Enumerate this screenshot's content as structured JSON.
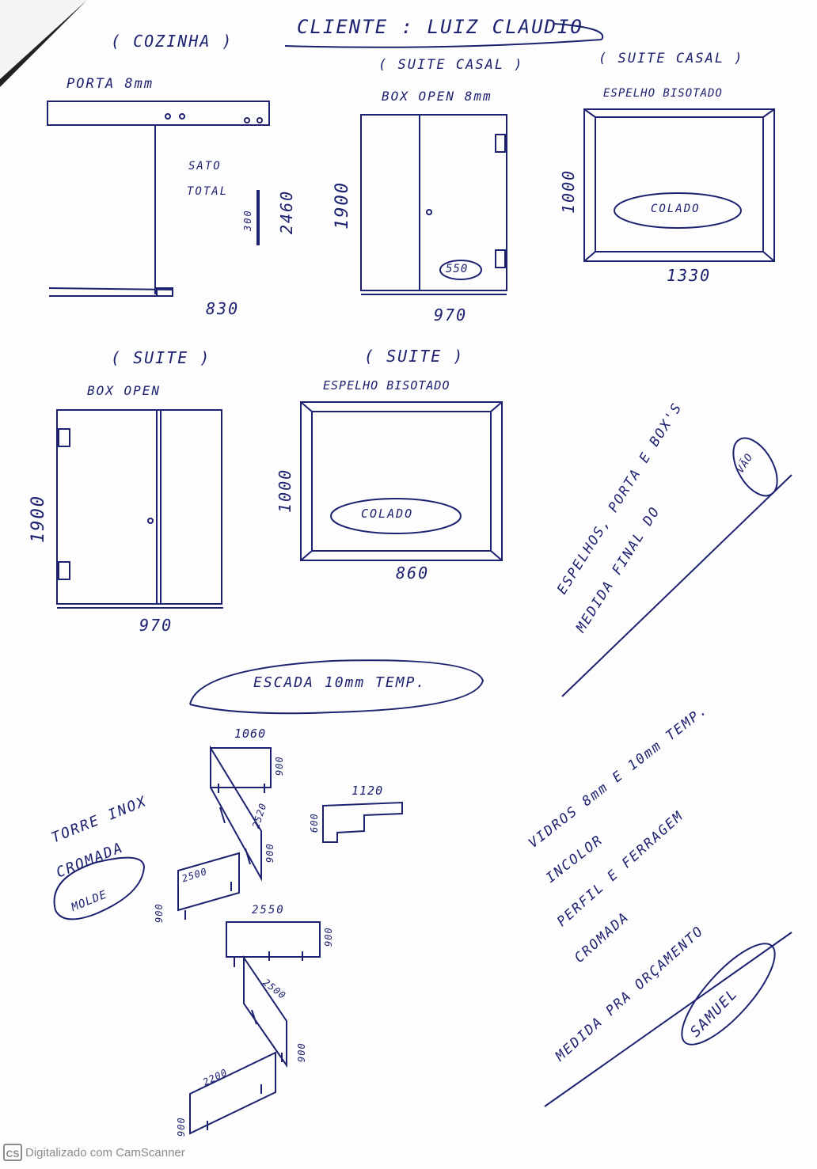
{
  "header": {
    "client": "CLIENTE : LUIZ CLAUDIO"
  },
  "kitchen": {
    "room": "( COZINHA )",
    "item": "PORTA 8mm",
    "sliding_top": "SATO",
    "sliding_bottom": "TOTAL",
    "handle": "300",
    "height": "2460",
    "width": "830"
  },
  "master_box": {
    "room": "( SUITE CASAL )",
    "item": "BOX OPEN 8mm",
    "height": "1900",
    "tag": "550",
    "width": "970"
  },
  "master_mirror": {
    "room": "( SUITE CASAL )",
    "item": "ESPELHO BISOTADO",
    "height": "1000",
    "tag": "COLADO",
    "width": "1330"
  },
  "suite_box": {
    "room": "( SUITE )",
    "item": "BOX OPEN",
    "height": "1900",
    "width": "970"
  },
  "suite_mirror": {
    "room": "( SUITE )",
    "item": "ESPELHO BISOTADO",
    "height": "1000",
    "tag": "COLADO",
    "width": "860"
  },
  "note_vao": {
    "line1": "ESPELHOS, PORTA E BOX'S",
    "line2": "MEDIDA FINAL DO",
    "circled": "VÃO"
  },
  "stairs": {
    "title": "ESCADA 10mm TEMP.",
    "tube_line1": "TORRE INOX",
    "tube_line2": "CROMADA",
    "mold": "MOLDE",
    "panels": {
      "p1_w": "1060",
      "p1_h": "900",
      "p2_w": "2520",
      "p2_h": "900",
      "p3_w": "2500",
      "p3_h": "900",
      "p4_w": "2550",
      "p4_h": "900",
      "p5_w": "2500",
      "p5_h": "900",
      "p6_w": "2200",
      "p6_h": "900",
      "step_w": "1120",
      "step_h": "600"
    }
  },
  "notes": {
    "line1": "VIDROS 8mm E 10mm TEMP.",
    "line2": "INCOLOR",
    "line3": "PERFIL E FERRAGEM",
    "line4": "CROMADA",
    "line5": "MEDIDA PRA ORÇAMENTO",
    "signature": "SAMUEL"
  },
  "footer": {
    "icon": "CS",
    "text": "Digitalizado com CamScanner"
  },
  "colors": {
    "ink": "#1c2170",
    "footer": "#8a8a8a"
  }
}
